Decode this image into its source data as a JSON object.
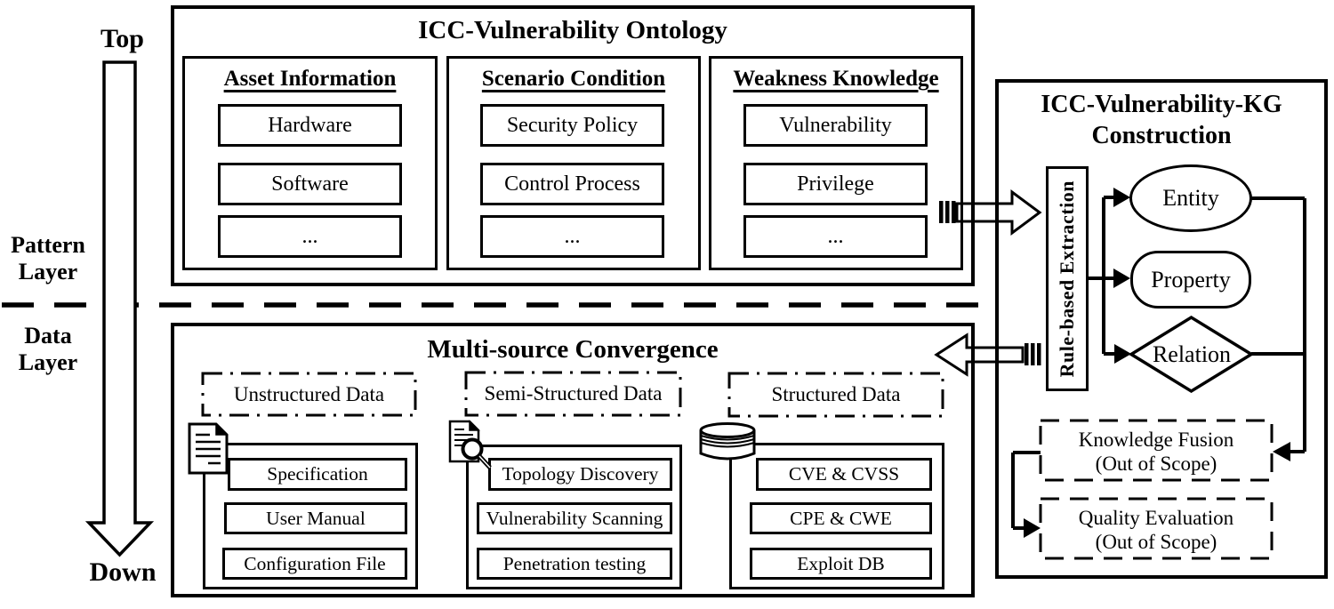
{
  "side": {
    "top": "Top",
    "down": "Down",
    "pattern_layer": "Pattern Layer",
    "data_layer": "Data Layer"
  },
  "ontology": {
    "title": "ICC-Vulnerability Ontology",
    "columns": [
      {
        "header": "Asset Information",
        "items": [
          "Hardware",
          "Software",
          "..."
        ]
      },
      {
        "header": "Scenario Condition",
        "items": [
          "Security Policy",
          "Control Process",
          "..."
        ]
      },
      {
        "header": "Weakness Knowledge",
        "items": [
          "Vulnerability",
          "Privilege",
          "..."
        ]
      }
    ]
  },
  "convergence": {
    "title": "Multi-source Convergence",
    "groups": [
      {
        "label": "Unstructured Data",
        "icon": "document-icon",
        "items": [
          "Specification",
          "User Manual",
          "Configuration File"
        ]
      },
      {
        "label": "Semi-Structured Data",
        "icon": "document-search-icon",
        "items": [
          "Topology Discovery",
          "Vulnerability Scanning",
          "Penetration testing"
        ]
      },
      {
        "label": "Structured Data",
        "icon": "database-icon",
        "items": [
          "CVE & CVSS",
          "CPE & CWE",
          "Exploit DB"
        ]
      }
    ]
  },
  "kg": {
    "title_line1": "ICC-Vulnerability-KG",
    "title_line2": "Construction",
    "extraction_label": "Rule-based Extraction",
    "nodes": {
      "entity": "Entity",
      "property": "Property",
      "relation": "Relation"
    },
    "fusion_line1": "Knowledge Fusion",
    "fusion_line2": "(Out of Scope)",
    "quality_line1": "Quality Evaluation",
    "quality_line2": "(Out of Scope)"
  },
  "colors": {
    "ink": "#000000",
    "background": "#ffffff"
  }
}
